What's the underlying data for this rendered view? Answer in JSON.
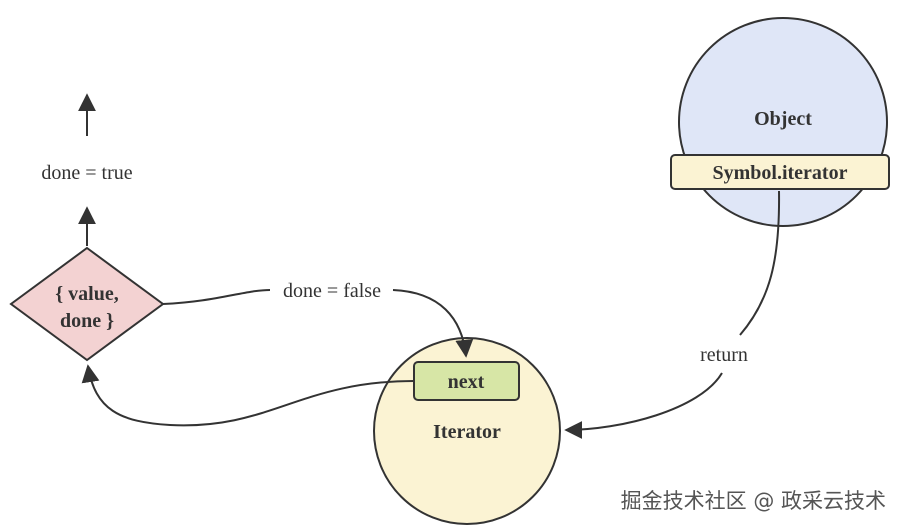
{
  "nodes": {
    "object": {
      "label": "Object",
      "port": "Symbol.iterator"
    },
    "iterator": {
      "label": "Iterator",
      "port": "next"
    },
    "result": {
      "line1": "{ value,",
      "line2": "done }"
    }
  },
  "edges": {
    "done_true": "done = true",
    "done_false": "done = false",
    "return": "return"
  },
  "watermark": "掘金技术社区 @ 政采云技术",
  "colors": {
    "object_fill": "#dfe6f7",
    "port_fill": "#fbf3d3",
    "iterator_fill": "#fbf3d3",
    "next_fill": "#d7e6a6",
    "diamond_fill": "#f3d2d2",
    "stroke": "#333333"
  }
}
